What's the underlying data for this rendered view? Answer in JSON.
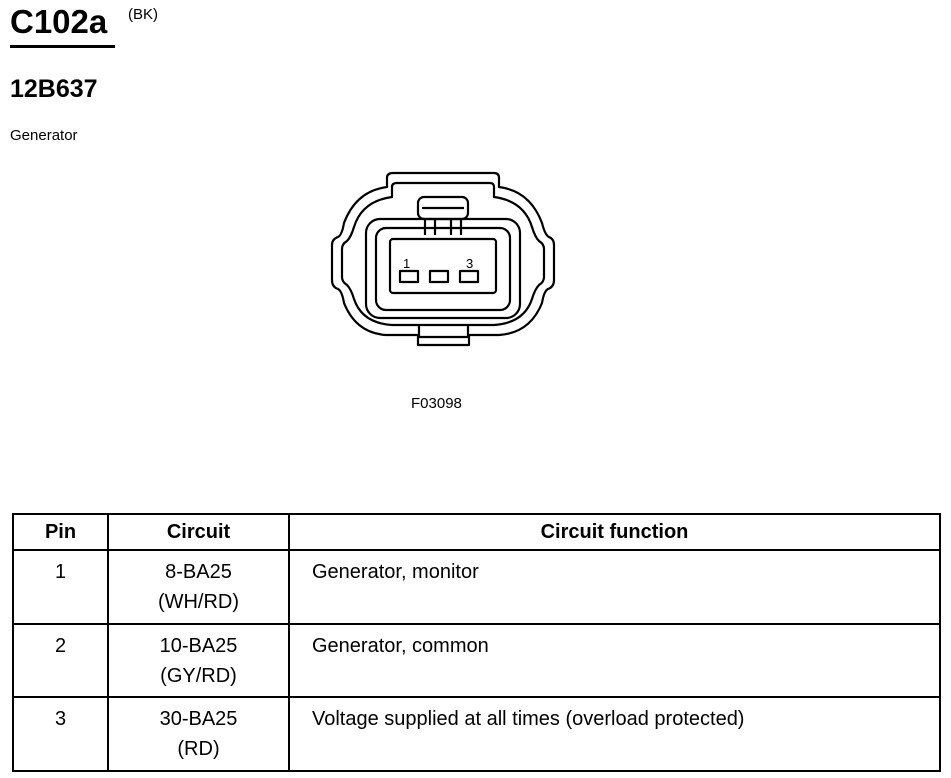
{
  "header": {
    "connector_id": "C102a",
    "connector_color": "(BK)",
    "part_number": "12B637",
    "component": "Generator"
  },
  "figure": {
    "code": "F03098",
    "pin_labels": [
      "1",
      "3"
    ]
  },
  "table": {
    "headers": [
      "Pin",
      "Circuit",
      "Circuit function"
    ],
    "rows": [
      {
        "pin": "1",
        "circuit": "8-BA25",
        "wire_color": "(WH/RD)",
        "function": "Generator, monitor"
      },
      {
        "pin": "2",
        "circuit": "10-BA25",
        "wire_color": "(GY/RD)",
        "function": "Generator, common"
      },
      {
        "pin": "3",
        "circuit": "30-BA25",
        "wire_color": "(RD)",
        "function": "Voltage supplied at all times (overload protected)"
      }
    ]
  }
}
